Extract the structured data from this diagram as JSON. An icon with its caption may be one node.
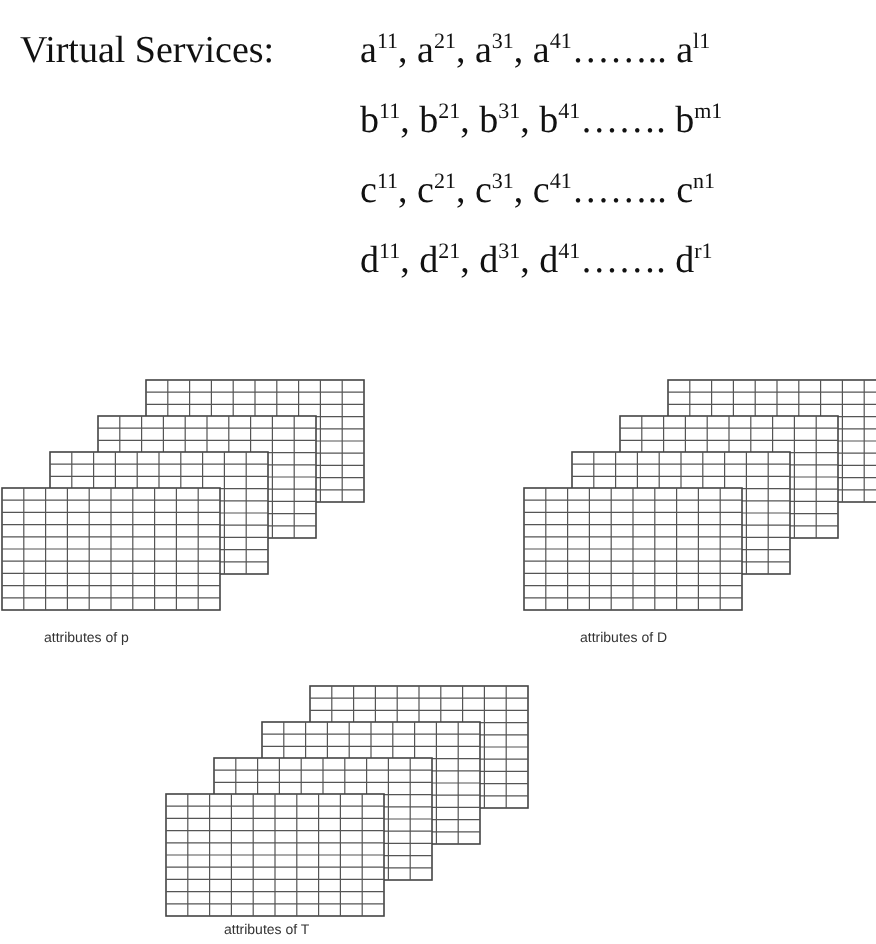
{
  "diagram": {
    "labels": [
      "Virtual Services:",
      "a$^{11}$, a$^{21}$, a$^{31}$, a$^{41}$…….. a$^{l1}$",
      "b$^{11}$, b$^{21}$, b$^{31}$, b$^{41}$……. b$^{m1}$",
      "c$^{11}$, c$^{21}$, c$^{31}$, c$^{41}$…….. c$^{n1}$",
      "d$^{11}$, d$^{21}$, d$^{31}$, d$^{41}$……. d$^{r1}$",
      "attributes of p",
      "attributes of D",
      "attributes of T"
    ]
  }
}
